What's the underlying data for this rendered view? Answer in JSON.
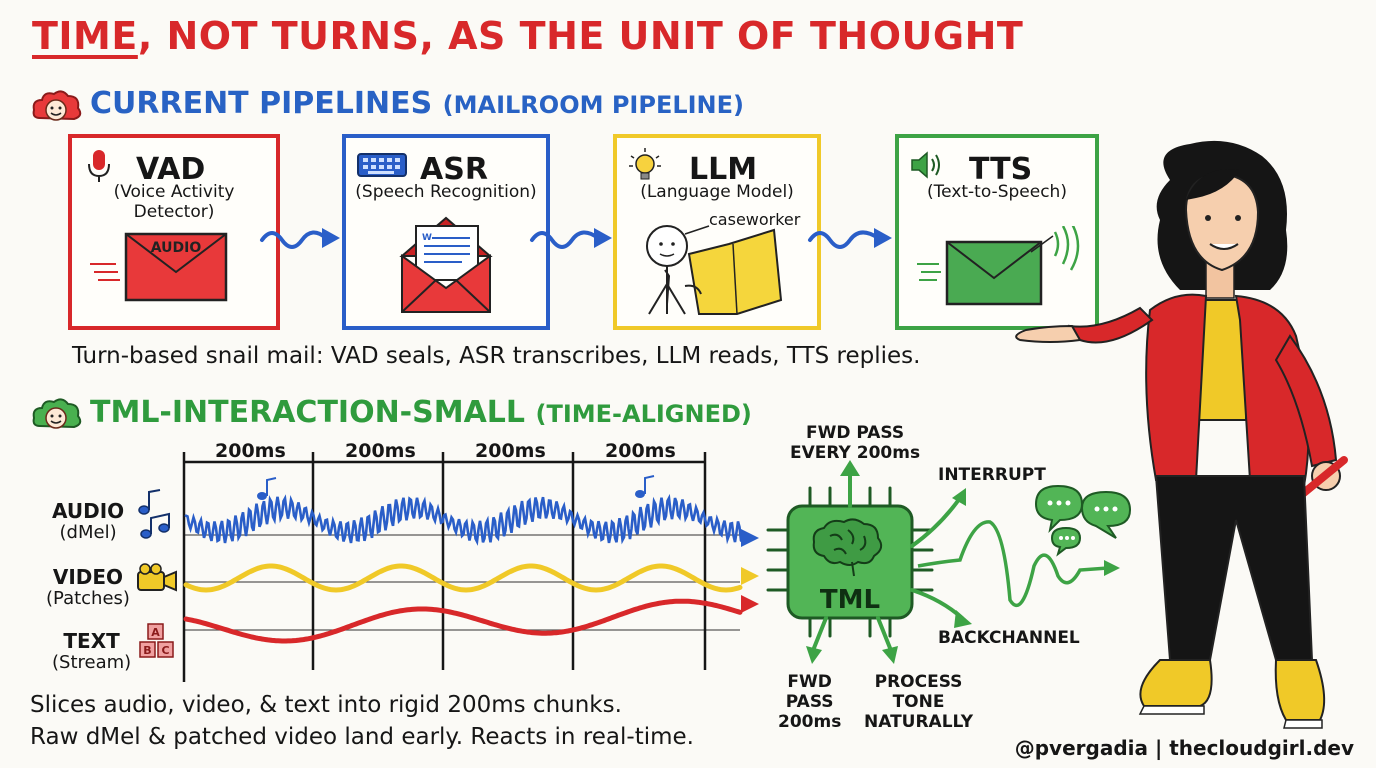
{
  "title": {
    "em": "TIME",
    "rest": ", NOT TURNS, AS THE UNIT OF THOUGHT"
  },
  "section1": {
    "title": "CURRENT PIPELINES",
    "subtitle": "(MAILROOM PIPELINE)"
  },
  "stages": [
    {
      "name": "VAD",
      "sub": "(Voice Activity Detector)",
      "envelope_label": "AUDIO",
      "color": "#d8282a"
    },
    {
      "name": "ASR",
      "sub": "(Speech Recognition)",
      "letter_mark": "W",
      "color": "#2a5ec8"
    },
    {
      "name": "LLM",
      "sub": "(Language Model)",
      "note": "caseworker",
      "color": "#f0c928"
    },
    {
      "name": "TTS",
      "sub": "(Text-to-Speech)",
      "color": "#3da345"
    }
  ],
  "pipeline_caption": "Turn-based snail mail: VAD seals, ASR transcribes, LLM reads, TTS replies.",
  "section2": {
    "title": "TML-INTERACTION-SMALL",
    "subtitle": "(TIME-ALIGNED)"
  },
  "segments": [
    "200ms",
    "200ms",
    "200ms",
    "200ms"
  ],
  "streams": [
    {
      "name": "AUDIO",
      "sub": "(dMel)",
      "color": "#2a5ec8"
    },
    {
      "name": "VIDEO",
      "sub": "(Patches)",
      "color": "#f0c928"
    },
    {
      "name": "TEXT",
      "sub": "(Stream)",
      "color": "#d8282a"
    }
  ],
  "text_blocks": [
    "A",
    "B",
    "C"
  ],
  "chip_label": "TML",
  "fwd_top": {
    "line1": "FWD PASS",
    "line2": "EVERY 200ms"
  },
  "fwd_bottom": {
    "line1": "FWD",
    "line2": "PASS",
    "line3": "200ms"
  },
  "process": {
    "line1": "PROCESS",
    "line2": "TONE",
    "line3": "NATURALLY"
  },
  "interrupt": "INTERRUPT",
  "backchannel": "BACKCHANNEL",
  "bottom_caption": {
    "line1": "Slices audio, video, & text into rigid 200ms chunks.",
    "line2": "Raw dMel & patched video land early. Reacts in real-time."
  },
  "handle": "@pvergadia | thecloudgirl.dev"
}
